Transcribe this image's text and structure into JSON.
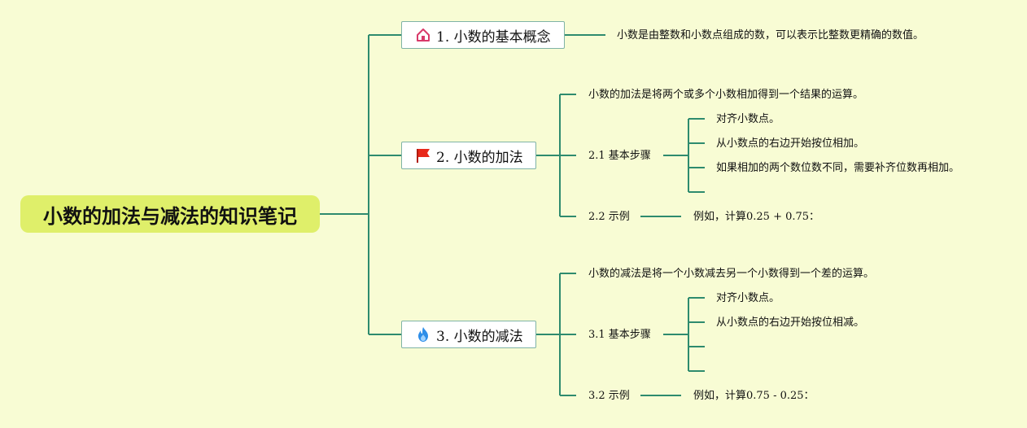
{
  "title": "小数的加法与减法的知识笔记",
  "topics": [
    {
      "label": "1. 小数的基本概念",
      "icon": "home-icon",
      "note": "小数是由整数和小数点组成的数，可以表示比整数更精确的数值。"
    },
    {
      "label": "2. 小数的加法",
      "icon": "flag-icon",
      "definition": "小数的加法是将两个或多个小数相加得到一个结果的运算。",
      "steps_label": "2.1 基本步骤",
      "steps": [
        "对齐小数点。",
        "从小数点的右边开始按位相加。",
        "如果相加的两个数位数不同，需要补齐位数再相加。",
        ""
      ],
      "example_label": "2.2 示例",
      "example": "例如，计算0.25 + 0.75："
    },
    {
      "label": "3. 小数的减法",
      "icon": "fire-icon",
      "definition": "小数的减法是将一个小数减去另一个小数得到一个差的运算。",
      "steps_label": "3.1 基本步骤",
      "steps": [
        "对齐小数点。",
        "从小数点的右边开始按位相减。",
        "",
        ""
      ],
      "example_label": "3.2 示例",
      "example": "例如，计算0.75 - 0.25："
    }
  ],
  "colors": {
    "background": "#f8fcd4",
    "root": "#dfef6a",
    "line": "#2e8b6e",
    "topic_border": "#7fb3a6"
  }
}
